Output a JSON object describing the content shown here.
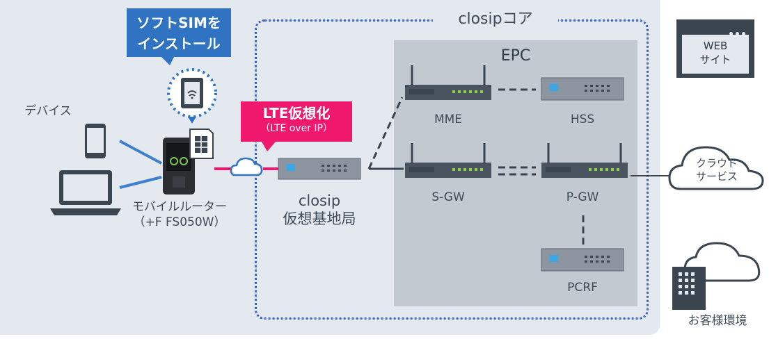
{
  "labels": {
    "core": "closipコア",
    "epc": "EPC",
    "devices": "デバイス",
    "router_name": "モバイルルーター",
    "router_model": "（+F FS050W）",
    "closip_1": "closip",
    "closip_2": "仮想基地局",
    "mme": "MME",
    "hss": "HSS",
    "sgw": "S-GW",
    "pgw": "P-GW",
    "pcrf": "PCRF",
    "cloud_1": "クラウド",
    "cloud_2": "サービス",
    "web_1": "WEB",
    "web_2": "サイト",
    "customer_env": "お客様環境"
  },
  "callouts": {
    "softsim_1": "ソフトSIMを",
    "softsim_2": "インストール",
    "lte_1": "LTE仮想化",
    "lte_2": "（LTE over IP）"
  },
  "colors": {
    "panel": "#e4e8ef",
    "core_border": "#3d63c9",
    "epc_bg": "#c3c9d1",
    "blue_callout": "#2f73c2",
    "pink_callout": "#f0186d",
    "device_line": "#3f7fd0",
    "device_dark": "#3a4550"
  }
}
